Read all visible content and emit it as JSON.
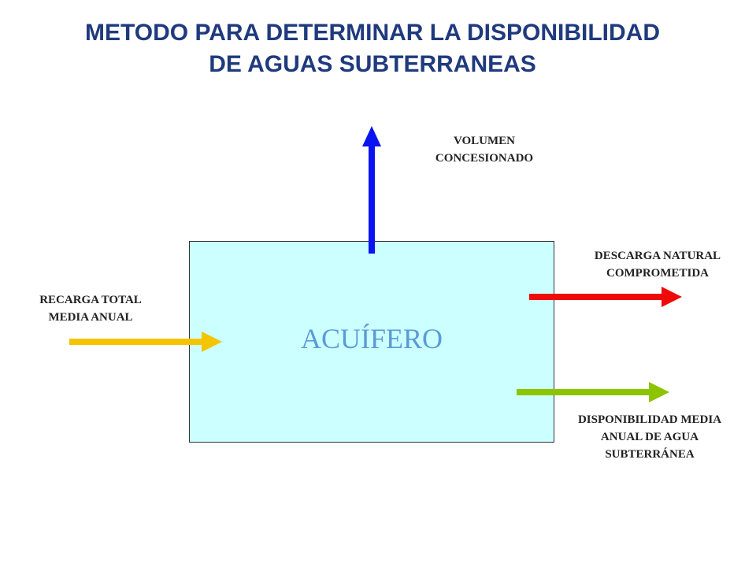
{
  "title": {
    "line1": "METODO PARA DETERMINAR LA DISPONIBILIDAD",
    "line2": "DE AGUAS SUBTERRANEAS"
  },
  "diagram": {
    "aquifer": {
      "label": "ACUÍFERO",
      "fill_color": "#ccffff",
      "label_color": "#5b9bd5"
    },
    "flows": {
      "recarga": {
        "lines": [
          "RECARGA TOTAL",
          "MEDIA ANUAL"
        ],
        "color": "#f5c400",
        "direction": "in"
      },
      "volumen": {
        "lines": [
          "VOLUMEN",
          "CONCESIONADO"
        ],
        "color": "#0a14f0",
        "direction": "out-up"
      },
      "descarga": {
        "lines": [
          "DESCARGA NATURAL",
          "COMPROMETIDA"
        ],
        "color": "#ee0a0a",
        "direction": "out-right"
      },
      "disponibilidad": {
        "lines": [
          "DISPONIBILIDAD MEDIA",
          "ANUAL DE AGUA",
          "SUBTERRÁNEA"
        ],
        "color": "#8cc400",
        "direction": "out-right"
      }
    },
    "title_color": "#1f3a7d"
  }
}
